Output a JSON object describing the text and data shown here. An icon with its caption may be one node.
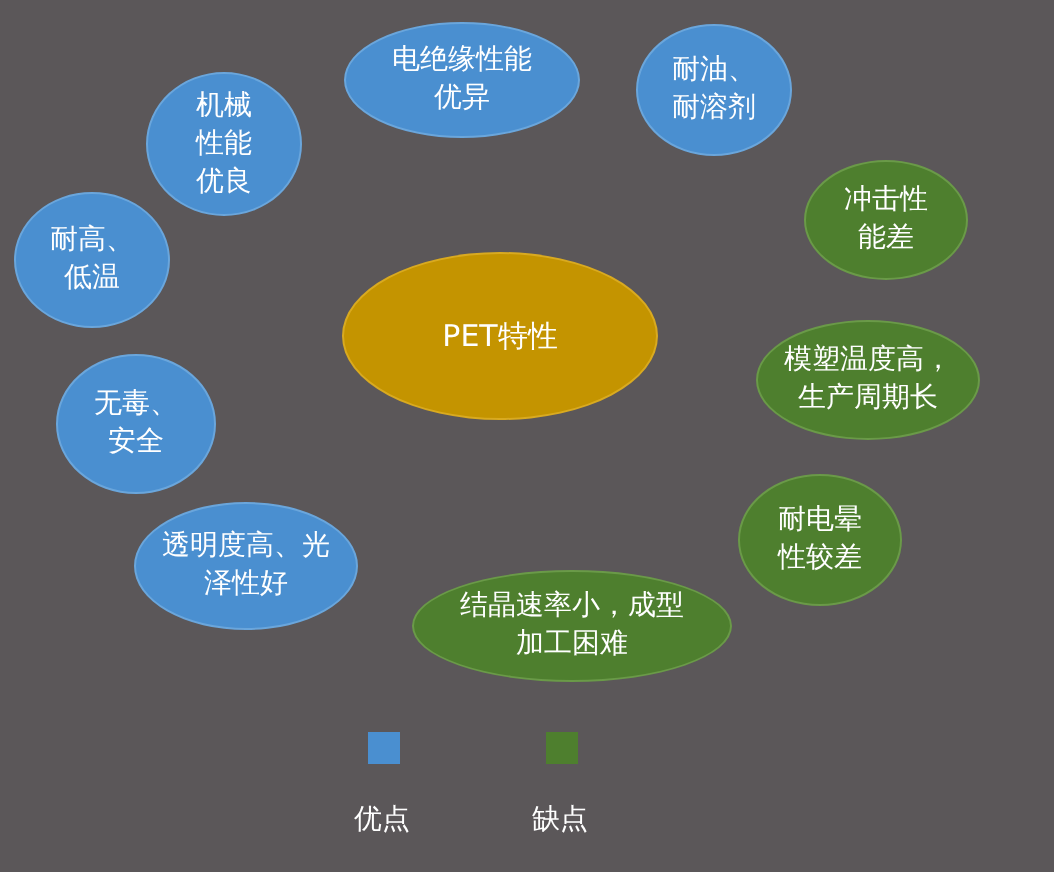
{
  "diagram": {
    "nodes": [
      {
        "text": [
          "电绝缘性能优异"
        ]
      },
      {
        "text": [
          "耐油、耐溶剂"
        ]
      },
      {
        "text": [
          "机械性能优良"
        ]
      },
      {
        "text": [
          "冲击性能差"
        ]
      },
      {
        "text": [
          "耐高、低温"
        ]
      },
      {
        "text": [
          "PET特性"
        ]
      },
      {
        "text": [
          "模塑温度高，生产周期长"
        ]
      },
      {
        "text": [
          "无毒、安全"
        ]
      },
      {
        "text": [
          "耐电晕性较差"
        ]
      },
      {
        "text": [
          "透明度高、光泽性好"
        ]
      },
      {
        "text": [
          "结晶速率小，成型加工困难"
        ]
      }
    ],
    "legend": [
      {
        "text": "优点",
        "color": "#4a8fd0"
      },
      {
        "text": "缺点",
        "color": "#4e7f2e"
      }
    ]
  }
}
